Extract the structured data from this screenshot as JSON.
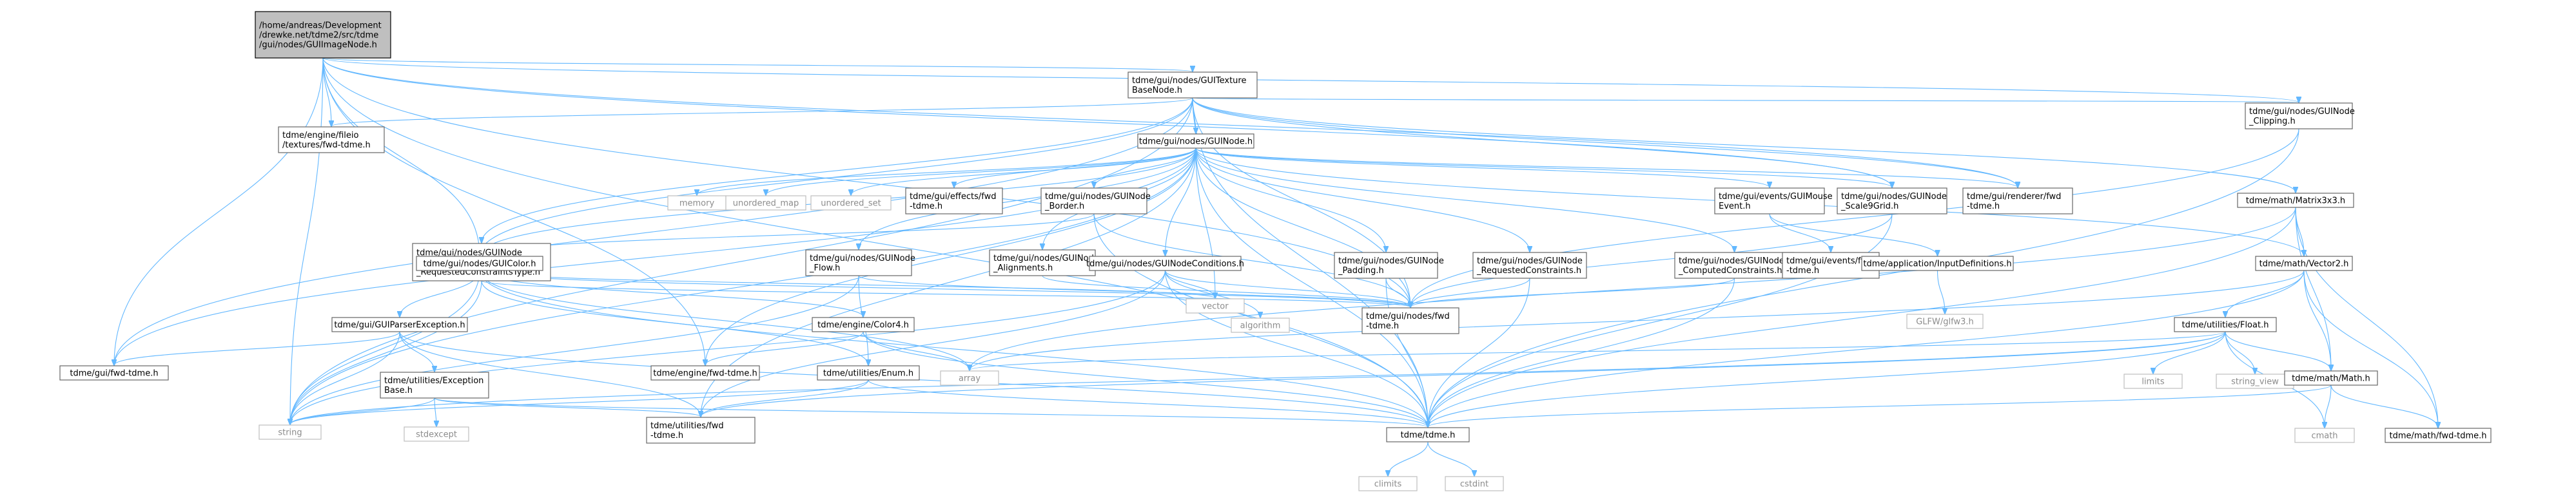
{
  "diagram": {
    "type": "include-dependency-graph",
    "nodes": [
      {
        "id": "root",
        "lines": [
          "/home/andreas/Development",
          "/drewke.net/tdme2/src/tdme",
          "/gui/nodes/GUIImageNode.h"
        ],
        "kind": "root"
      },
      {
        "id": "texbase",
        "lines": [
          "tdme/gui/nodes/GUITexture",
          "BaseNode.h"
        ],
        "kind": "file"
      },
      {
        "id": "clipping",
        "lines": [
          "tdme/gui/nodes/GUINode",
          "_Clipping.h"
        ],
        "kind": "file"
      },
      {
        "id": "fileio_tex",
        "lines": [
          "tdme/engine/fileio",
          "/textures/fwd-tdme.h"
        ],
        "kind": "file"
      },
      {
        "id": "guinode",
        "lines": [
          "tdme/gui/nodes/GUINode.h"
        ],
        "kind": "file"
      },
      {
        "id": "matrix3x3",
        "lines": [
          "tdme/math/Matrix3x3.h"
        ],
        "kind": "file"
      },
      {
        "id": "memory",
        "lines": [
          "memory"
        ],
        "kind": "system"
      },
      {
        "id": "unordered_map",
        "lines": [
          "unordered_map"
        ],
        "kind": "system"
      },
      {
        "id": "unordered_set",
        "lines": [
          "unordered_set"
        ],
        "kind": "system"
      },
      {
        "id": "effects_fwd",
        "lines": [
          "tdme/gui/effects/fwd",
          "-tdme.h"
        ],
        "kind": "file"
      },
      {
        "id": "border",
        "lines": [
          "tdme/gui/nodes/GUINode",
          "_Border.h"
        ],
        "kind": "file"
      },
      {
        "id": "mouse_event",
        "lines": [
          "tdme/gui/events/GUIMouse",
          "Event.h"
        ],
        "kind": "file"
      },
      {
        "id": "scale9",
        "lines": [
          "tdme/gui/nodes/GUINode",
          "_Scale9Grid.h"
        ],
        "kind": "file"
      },
      {
        "id": "renderer_fwd",
        "lines": [
          "tdme/gui/renderer/fwd",
          "-tdme.h"
        ],
        "kind": "file"
      },
      {
        "id": "reqconstype",
        "lines": [
          "tdme/gui/nodes/GUINode",
          "_RequestedConstraints",
          "_RequestedConstraintsType.h"
        ],
        "kind": "file"
      },
      {
        "id": "guicolor",
        "lines": [
          "tdme/gui/nodes/GUIColor.h"
        ],
        "kind": "file"
      },
      {
        "id": "flow",
        "lines": [
          "tdme/gui/nodes/GUINode",
          "_Flow.h"
        ],
        "kind": "file"
      },
      {
        "id": "alignments",
        "lines": [
          "tdme/gui/nodes/GUINode",
          "_Alignments.h"
        ],
        "kind": "file"
      },
      {
        "id": "conditions",
        "lines": [
          "tdme/gui/nodes/GUINodeConditions.h"
        ],
        "kind": "file"
      },
      {
        "id": "padding",
        "lines": [
          "tdme/gui/nodes/GUINode",
          "_Padding.h"
        ],
        "kind": "file"
      },
      {
        "id": "reqcons",
        "lines": [
          "tdme/gui/nodes/GUINode",
          "_RequestedConstraints.h"
        ],
        "kind": "file"
      },
      {
        "id": "computedcons",
        "lines": [
          "tdme/gui/nodes/GUINode",
          "_ComputedConstraints.h"
        ],
        "kind": "file"
      },
      {
        "id": "events_fwd",
        "lines": [
          "tdme/gui/events/fwd",
          "-tdme.h"
        ],
        "kind": "file"
      },
      {
        "id": "inputdefs",
        "lines": [
          "tdme/application/InputDefinitions.h"
        ],
        "kind": "file"
      },
      {
        "id": "glfw",
        "lines": [
          "GLFW/glfw3.h"
        ],
        "kind": "system"
      },
      {
        "id": "vector2",
        "lines": [
          "tdme/math/Vector2.h"
        ],
        "kind": "file"
      },
      {
        "id": "parserexc",
        "lines": [
          "tdme/gui/GUIParserException.h"
        ],
        "kind": "file"
      },
      {
        "id": "color4",
        "lines": [
          "tdme/engine/Color4.h"
        ],
        "kind": "file"
      },
      {
        "id": "vector",
        "lines": [
          "vector"
        ],
        "kind": "system"
      },
      {
        "id": "algorithm",
        "lines": [
          "algorithm"
        ],
        "kind": "system"
      },
      {
        "id": "nodes_fwd",
        "lines": [
          "tdme/gui/nodes/fwd",
          "-tdme.h"
        ],
        "kind": "file"
      },
      {
        "id": "float",
        "lines": [
          "tdme/utilities/Float.h"
        ],
        "kind": "file"
      },
      {
        "id": "gui_fwd",
        "lines": [
          "tdme/gui/fwd-tdme.h"
        ],
        "kind": "file"
      },
      {
        "id": "engine_fwd",
        "lines": [
          "tdme/engine/fwd-tdme.h"
        ],
        "kind": "file"
      },
      {
        "id": "enum",
        "lines": [
          "tdme/utilities/Enum.h"
        ],
        "kind": "file"
      },
      {
        "id": "array",
        "lines": [
          "array"
        ],
        "kind": "system"
      },
      {
        "id": "limits",
        "lines": [
          "limits"
        ],
        "kind": "system"
      },
      {
        "id": "string_view",
        "lines": [
          "string_view"
        ],
        "kind": "system"
      },
      {
        "id": "math",
        "lines": [
          "tdme/math/Math.h"
        ],
        "kind": "file"
      },
      {
        "id": "excbase",
        "lines": [
          "tdme/utilities/Exception",
          "Base.h"
        ],
        "kind": "file"
      },
      {
        "id": "string",
        "lines": [
          "string"
        ],
        "kind": "system"
      },
      {
        "id": "stdexcept",
        "lines": [
          "stdexcept"
        ],
        "kind": "system"
      },
      {
        "id": "util_fwd",
        "lines": [
          "tdme/utilities/fwd",
          "-tdme.h"
        ],
        "kind": "file"
      },
      {
        "id": "tdme",
        "lines": [
          "tdme/tdme.h"
        ],
        "kind": "file"
      },
      {
        "id": "cmath",
        "lines": [
          "cmath"
        ],
        "kind": "system"
      },
      {
        "id": "math_fwd",
        "lines": [
          "tdme/math/fwd-tdme.h"
        ],
        "kind": "file"
      },
      {
        "id": "climits",
        "lines": [
          "climits"
        ],
        "kind": "system"
      },
      {
        "id": "cstdint",
        "lines": [
          "cstdint"
        ],
        "kind": "system"
      }
    ],
    "edges": [
      [
        "root",
        "texbase"
      ],
      [
        "root",
        "clipping"
      ],
      [
        "root",
        "fileio_tex"
      ],
      [
        "root",
        "string"
      ],
      [
        "root",
        "gui_fwd"
      ],
      [
        "root",
        "guicolor"
      ],
      [
        "root",
        "nodes_fwd"
      ],
      [
        "root",
        "scale9"
      ],
      [
        "root",
        "renderer_fwd"
      ],
      [
        "root",
        "tdme"
      ],
      [
        "root",
        "engine_fwd"
      ],
      [
        "texbase",
        "guinode"
      ],
      [
        "texbase",
        "fileio_tex"
      ],
      [
        "texbase",
        "clipping"
      ],
      [
        "texbase",
        "matrix3x3"
      ],
      [
        "texbase",
        "guicolor"
      ],
      [
        "texbase",
        "reqconstype"
      ],
      [
        "texbase",
        "scale9"
      ],
      [
        "texbase",
        "renderer_fwd"
      ],
      [
        "texbase",
        "nodes_fwd"
      ],
      [
        "texbase",
        "gui_fwd"
      ],
      [
        "texbase",
        "string"
      ],
      [
        "texbase",
        "tdme"
      ],
      [
        "clipping",
        "nodes_fwd"
      ],
      [
        "clipping",
        "tdme"
      ],
      [
        "guinode",
        "memory"
      ],
      [
        "guinode",
        "unordered_map"
      ],
      [
        "guinode",
        "unordered_set"
      ],
      [
        "guinode",
        "effects_fwd"
      ],
      [
        "guinode",
        "border"
      ],
      [
        "guinode",
        "mouse_event"
      ],
      [
        "guinode",
        "scale9"
      ],
      [
        "guinode",
        "renderer_fwd"
      ],
      [
        "guinode",
        "guicolor"
      ],
      [
        "guinode",
        "flow"
      ],
      [
        "guinode",
        "alignments"
      ],
      [
        "guinode",
        "conditions"
      ],
      [
        "guinode",
        "padding"
      ],
      [
        "guinode",
        "reqcons"
      ],
      [
        "guinode",
        "computedcons"
      ],
      [
        "guinode",
        "vector2"
      ],
      [
        "guinode",
        "nodes_fwd"
      ],
      [
        "guinode",
        "vector"
      ],
      [
        "guinode",
        "gui_fwd"
      ],
      [
        "guinode",
        "engine_fwd"
      ],
      [
        "guinode",
        "string"
      ],
      [
        "guinode",
        "util_fwd"
      ],
      [
        "guinode",
        "tdme"
      ],
      [
        "matrix3x3",
        "vector2"
      ],
      [
        "matrix3x3",
        "math"
      ],
      [
        "matrix3x3",
        "math_fwd"
      ],
      [
        "matrix3x3",
        "array"
      ],
      [
        "matrix3x3",
        "tdme"
      ],
      [
        "border",
        "guicolor"
      ],
      [
        "border",
        "nodes_fwd"
      ],
      [
        "border",
        "tdme"
      ],
      [
        "mouse_event",
        "events_fwd"
      ],
      [
        "mouse_event",
        "inputdefs"
      ],
      [
        "scale9",
        "nodes_fwd"
      ],
      [
        "scale9",
        "tdme"
      ],
      [
        "inputdefs",
        "glfw"
      ],
      [
        "reqconstype",
        "enum"
      ],
      [
        "reqconstype",
        "string"
      ],
      [
        "reqconstype",
        "nodes_fwd"
      ],
      [
        "guicolor",
        "parserexc"
      ],
      [
        "guicolor",
        "color4"
      ],
      [
        "guicolor",
        "nodes_fwd"
      ],
      [
        "guicolor",
        "array"
      ],
      [
        "guicolor",
        "string"
      ],
      [
        "guicolor",
        "vector"
      ],
      [
        "guicolor",
        "tdme"
      ],
      [
        "flow",
        "enum"
      ],
      [
        "flow",
        "nodes_fwd"
      ],
      [
        "flow",
        "string"
      ],
      [
        "alignments",
        "nodes_fwd"
      ],
      [
        "conditions",
        "vector"
      ],
      [
        "conditions",
        "algorithm"
      ],
      [
        "conditions",
        "nodes_fwd"
      ],
      [
        "conditions",
        "string"
      ],
      [
        "conditions",
        "util_fwd"
      ],
      [
        "conditions",
        "tdme"
      ],
      [
        "padding",
        "nodes_fwd"
      ],
      [
        "padding",
        "tdme"
      ],
      [
        "reqcons",
        "nodes_fwd"
      ],
      [
        "reqcons",
        "tdme"
      ],
      [
        "computedcons",
        "nodes_fwd"
      ],
      [
        "computedcons",
        "tdme"
      ],
      [
        "vector2",
        "float"
      ],
      [
        "vector2",
        "math"
      ],
      [
        "vector2",
        "math_fwd"
      ],
      [
        "vector2",
        "array"
      ],
      [
        "vector2",
        "tdme"
      ],
      [
        "parserexc",
        "excbase"
      ],
      [
        "parserexc",
        "gui_fwd"
      ],
      [
        "parserexc",
        "string"
      ],
      [
        "parserexc",
        "util_fwd"
      ],
      [
        "parserexc",
        "tdme"
      ],
      [
        "color4",
        "engine_fwd"
      ],
      [
        "color4",
        "array"
      ],
      [
        "color4",
        "tdme"
      ],
      [
        "float",
        "limits"
      ],
      [
        "float",
        "string_view"
      ],
      [
        "float",
        "math"
      ],
      [
        "float",
        "cmath"
      ],
      [
        "float",
        "string"
      ],
      [
        "float",
        "util_fwd"
      ],
      [
        "float",
        "tdme"
      ],
      [
        "float",
        "array"
      ],
      [
        "enum",
        "string"
      ],
      [
        "enum",
        "util_fwd"
      ],
      [
        "enum",
        "tdme"
      ],
      [
        "math",
        "cmath"
      ],
      [
        "math",
        "math_fwd"
      ],
      [
        "math",
        "tdme"
      ],
      [
        "excbase",
        "stdexcept"
      ],
      [
        "excbase",
        "string"
      ],
      [
        "excbase",
        "util_fwd"
      ],
      [
        "excbase",
        "tdme"
      ],
      [
        "tdme",
        "climits"
      ],
      [
        "tdme",
        "cstdint"
      ]
    ]
  }
}
